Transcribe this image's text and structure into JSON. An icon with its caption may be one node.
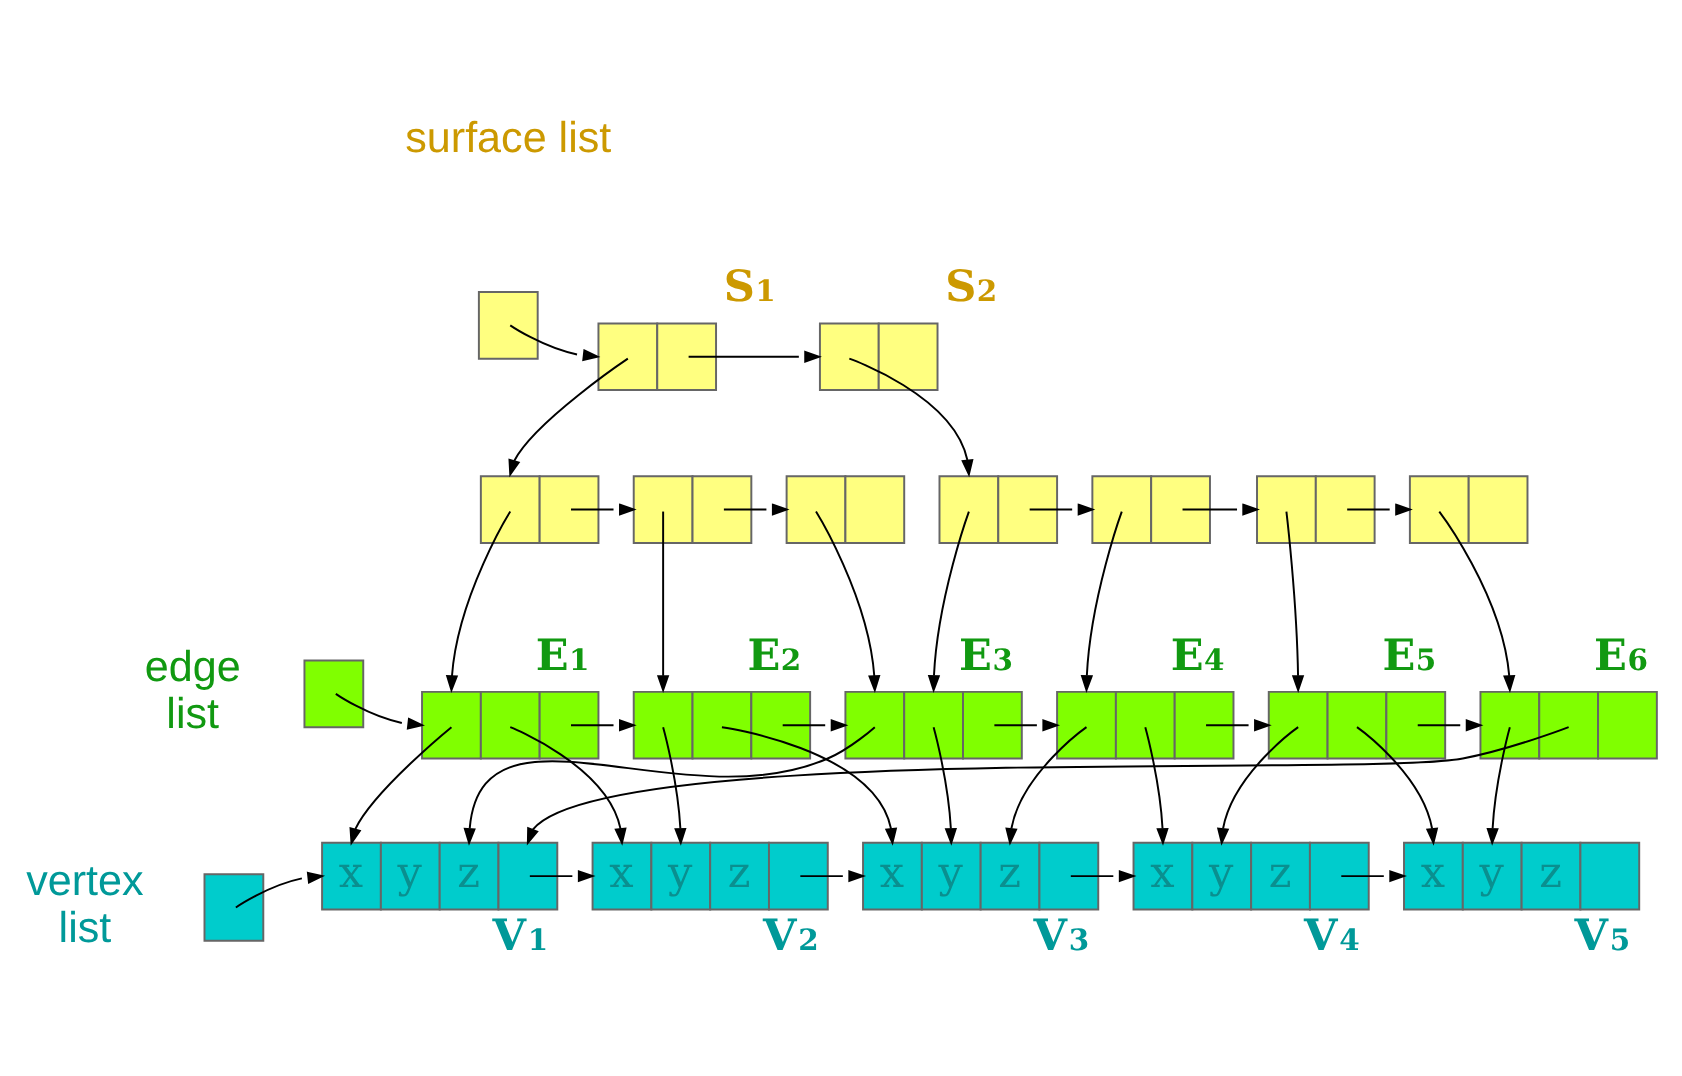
{
  "diagram": {
    "nodes": [
      {
        "text": [],
        "shape": "box"
      },
      {
        "text": [],
        "shape": "box",
        "beside": [
          "S$_{1}$"
        ]
      },
      {
        "text": [],
        "shape": "box",
        "beside": [
          "S$_{2}$"
        ]
      },
      {
        "text": [],
        "shape": "box"
      },
      {
        "text": [],
        "shape": "box"
      },
      {
        "text": [],
        "shape": "box"
      },
      {
        "text": [],
        "shape": "box"
      },
      {
        "text": [],
        "shape": "box"
      },
      {
        "text": [],
        "shape": "box"
      },
      {
        "text": [],
        "shape": "box"
      },
      {
        "text": [],
        "shape": "box"
      },
      {
        "text": [],
        "shape": "box",
        "beside": [
          "E$_{1}$"
        ]
      },
      {
        "text": [],
        "shape": "box",
        "beside": [
          "E$_{2}$"
        ]
      },
      {
        "text": [],
        "shape": "box",
        "beside": [
          "E$_{3}$"
        ]
      },
      {
        "text": [],
        "shape": "box",
        "beside": [
          "E$_{4}$"
        ]
      },
      {
        "text": [],
        "shape": "box",
        "beside": [
          "E$_{5}$"
        ]
      },
      {
        "text": [],
        "shape": "box",
        "beside": [
          "E$_{6}$"
        ]
      },
      {
        "text": [],
        "shape": "box"
      },
      {
        "text": [
          "x",
          "y",
          "z"
        ],
        "beside": [
          "V$_{1}$"
        ]
      },
      {
        "text": [
          "x",
          "y",
          "z"
        ],
        "beside": [
          "V$_{2}$"
        ]
      },
      {
        "text": [
          "x",
          "y",
          "z"
        ],
        "beside": [
          "V$_{3}$"
        ]
      },
      {
        "text": [
          "x",
          "y",
          "z"
        ],
        "beside": [
          "V$_{4}$"
        ]
      },
      {
        "text": [
          "x",
          "y",
          "z"
        ],
        "beside": [
          "V$_{5}$"
        ]
      }
    ],
    "edges": [
      {
        "from": 0,
        "to": 1,
        "arrow": "to"
      },
      {
        "from": 1,
        "to": 2,
        "arrow": "to"
      },
      {
        "from": 1,
        "to": 3,
        "arrow": "to"
      },
      {
        "from": 3,
        "to": 4,
        "arrow": "to"
      },
      {
        "from": 4,
        "to": 5,
        "arrow": "to"
      },
      {
        "from": 2,
        "to": 6,
        "arrow": "to"
      },
      {
        "from": 6,
        "to": 7,
        "arrow": "to"
      },
      {
        "from": 7,
        "to": 8,
        "arrow": "to"
      },
      {
        "from": 8,
        "to": 9,
        "arrow": "to"
      },
      {
        "from": 3,
        "to": 11,
        "arrow": "to"
      },
      {
        "from": 4,
        "to": 12,
        "arrow": "to"
      },
      {
        "from": 5,
        "to": 13,
        "arrow": "to"
      },
      {
        "from": 6,
        "to": 13,
        "arrow": "to"
      },
      {
        "from": 7,
        "to": 14,
        "arrow": "to"
      },
      {
        "from": 8,
        "to": 15,
        "arrow": "to"
      },
      {
        "from": 9,
        "to": 16,
        "arrow": "to"
      },
      {
        "from": 10,
        "to": 11,
        "arrow": "to"
      },
      {
        "from": 11,
        "to": 12,
        "arrow": "to"
      },
      {
        "from": 12,
        "to": 13,
        "arrow": "to"
      },
      {
        "from": 13,
        "to": 14,
        "arrow": "to"
      },
      {
        "from": 14,
        "to": 15,
        "arrow": "to"
      },
      {
        "from": 15,
        "to": 16,
        "arrow": "to"
      },
      {
        "from": 11,
        "to": 18,
        "arrow": "to"
      },
      {
        "from": 11,
        "to": 19,
        "arrow": "to"
      },
      {
        "from": 12,
        "to": 19,
        "arrow": "to"
      },
      {
        "from": 12,
        "to": 20,
        "arrow": "to"
      },
      {
        "from": 13,
        "to": 18,
        "arrow": "to"
      },
      {
        "from": 13,
        "to": 20,
        "arrow": "to"
      },
      {
        "from": 14,
        "to": 20,
        "arrow": "to"
      },
      {
        "from": 14,
        "to": 21,
        "arrow": "to"
      },
      {
        "from": 15,
        "to": 21,
        "arrow": "to"
      },
      {
        "from": 15,
        "to": 22,
        "arrow": "to"
      },
      {
        "from": 16,
        "to": 22,
        "arrow": "to"
      },
      {
        "from": 16,
        "to": 18,
        "arrow": "to"
      },
      {
        "from": 17,
        "to": 18,
        "arrow": "to"
      },
      {
        "from": 18,
        "to": 19,
        "arrow": "to"
      },
      {
        "from": 19,
        "to": 20,
        "arrow": "to"
      },
      {
        "from": 20,
        "to": 21,
        "arrow": "to"
      },
      {
        "from": 21,
        "to": 22,
        "arrow": "to"
      }
    ],
    "labels": [
      "surface list",
      "edge list",
      "vertex list"
    ]
  }
}
